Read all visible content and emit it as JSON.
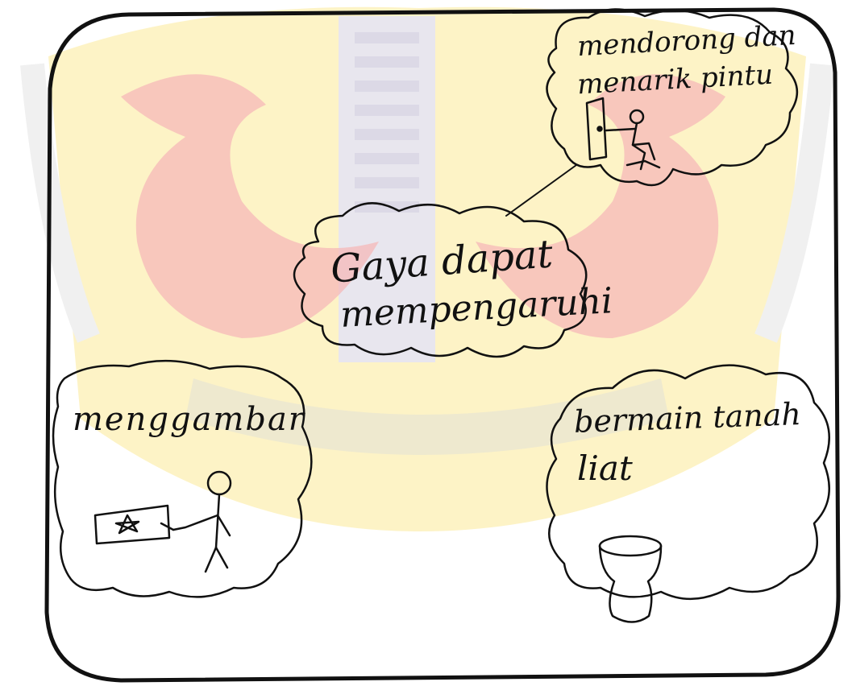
{
  "colors": {
    "ink": "#111111",
    "watermark_yellow": "#fdf0b8",
    "watermark_pink": "#f6b8b8",
    "watermark_lavender": "#e4e2ee"
  },
  "bubbles": {
    "top": {
      "line1": "mendorong dan",
      "line2": "menarik pintu"
    },
    "center": {
      "line1": "Gaya dapat",
      "line2": "mempengaruhi"
    },
    "left": {
      "line1": "menggambar"
    },
    "right": {
      "line1": "bermain tanah",
      "line2": "liat"
    }
  },
  "icons": [
    "door-and-person-icon",
    "drawing-person-icon",
    "clay-pot-icon"
  ]
}
